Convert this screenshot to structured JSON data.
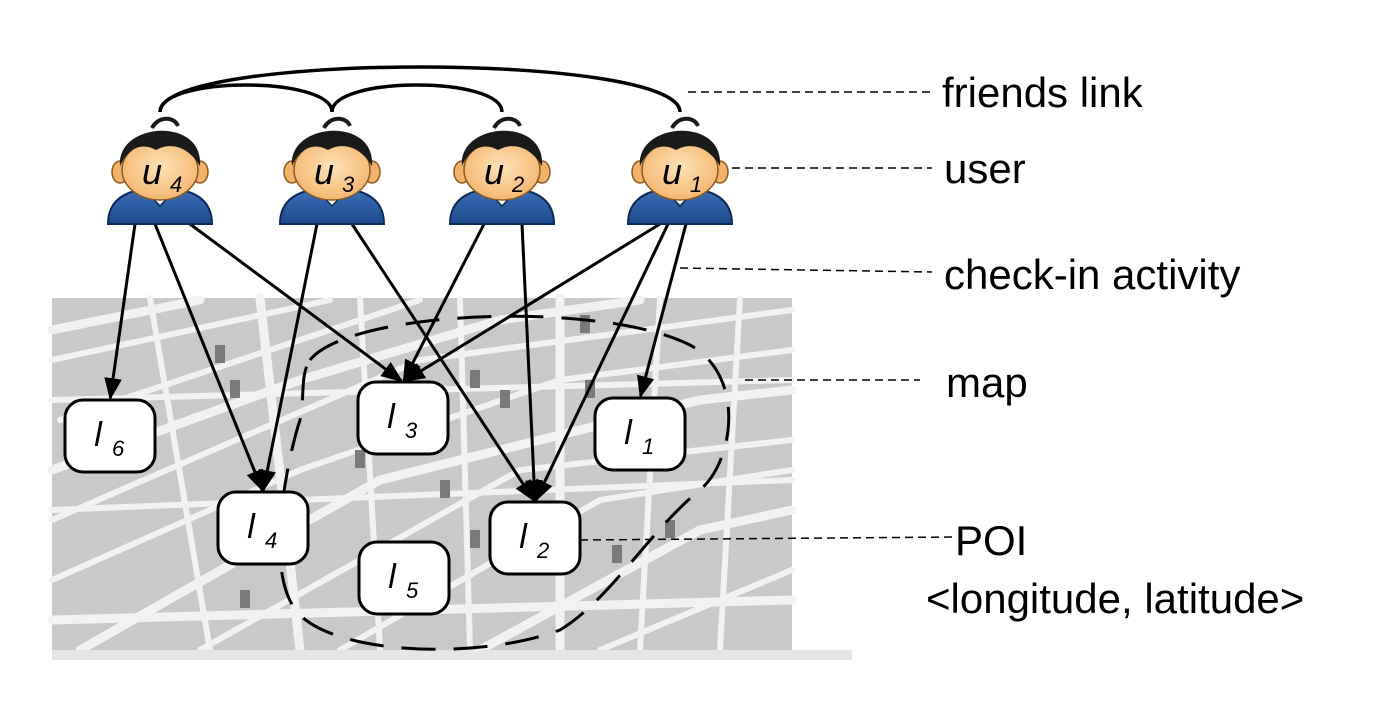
{
  "legend": {
    "friends_link": "friends link",
    "user": "user",
    "checkin": "check-in activity",
    "map": "map",
    "poi": "POI",
    "poi_coords": "<longitude, latitude>"
  },
  "users": [
    {
      "id": "u4",
      "base": "u",
      "sub": "4"
    },
    {
      "id": "u3",
      "base": "u",
      "sub": "3"
    },
    {
      "id": "u2",
      "base": "u",
      "sub": "2"
    },
    {
      "id": "u1",
      "base": "u",
      "sub": "1"
    }
  ],
  "pois": [
    {
      "id": "l6",
      "base": "l",
      "sub": "6"
    },
    {
      "id": "l3",
      "base": "l",
      "sub": "3"
    },
    {
      "id": "l1",
      "base": "l",
      "sub": "1"
    },
    {
      "id": "l4",
      "base": "l",
      "sub": "4"
    },
    {
      "id": "l2",
      "base": "l",
      "sub": "2"
    },
    {
      "id": "l5",
      "base": "l",
      "sub": "5"
    }
  ],
  "friend_links": [
    [
      "u4",
      "u1"
    ],
    [
      "u4",
      "u3"
    ],
    [
      "u3",
      "u2"
    ]
  ],
  "checkins": [
    [
      "u4",
      "l6"
    ],
    [
      "u4",
      "l4"
    ],
    [
      "u4",
      "l3"
    ],
    [
      "u3",
      "l4"
    ],
    [
      "u3",
      "l2"
    ],
    [
      "u2",
      "l3"
    ],
    [
      "u2",
      "l2"
    ],
    [
      "u1",
      "l3"
    ],
    [
      "u1",
      "l2"
    ],
    [
      "u1",
      "l1"
    ]
  ]
}
